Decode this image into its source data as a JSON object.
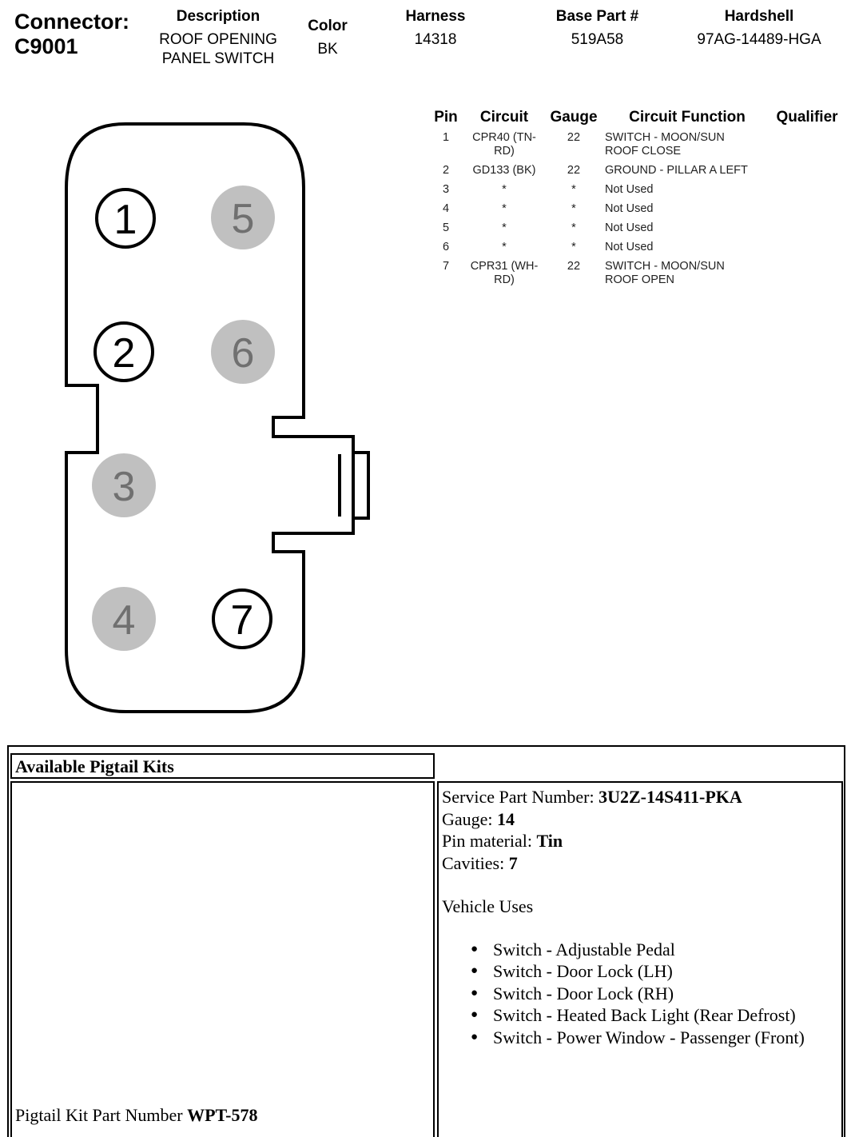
{
  "header": {
    "connector_label": "Connector:",
    "connector_id": "C9001",
    "columns": [
      {
        "label": "Description",
        "value_line1": "ROOF OPENING",
        "value_line2": "PANEL SWITCH"
      },
      {
        "label": "Color",
        "value_line1": "BK",
        "value_line2": ""
      },
      {
        "label": "Harness",
        "value_line1": "14318",
        "value_line2": ""
      },
      {
        "label": "Base Part #",
        "value_line1": "519A58",
        "value_line2": ""
      },
      {
        "label": "Hardshell",
        "value_line1": "97AG-14489-HGA",
        "value_line2": ""
      }
    ]
  },
  "connector": {
    "pins": [
      {
        "number": "1",
        "used": true
      },
      {
        "number": "2",
        "used": true
      },
      {
        "number": "3",
        "used": false
      },
      {
        "number": "4",
        "used": false
      },
      {
        "number": "5",
        "used": false
      },
      {
        "number": "6",
        "used": false
      },
      {
        "number": "7",
        "used": true
      }
    ],
    "used_fill": "#ffffff",
    "unused_fill": "#c0c0c0",
    "unused_text_color": "#707070"
  },
  "pin_table": {
    "headers": {
      "pin": "Pin",
      "circuit": "Circuit",
      "gauge": "Gauge",
      "function": "Circuit Function",
      "qualifier": "Qualifier"
    },
    "rows": [
      {
        "pin": "1",
        "circuit_l1": "CPR40 (TN-",
        "circuit_l2": "RD)",
        "gauge": "22",
        "func_l1": "SWITCH - MOON/SUN",
        "func_l2": "ROOF CLOSE"
      },
      {
        "pin": "2",
        "circuit_l1": "GD133 (BK)",
        "circuit_l2": "",
        "gauge": "22",
        "func_l1": "GROUND - PILLAR A LEFT",
        "func_l2": ""
      },
      {
        "pin": "3",
        "circuit_l1": "*",
        "circuit_l2": "",
        "gauge": "*",
        "func_l1": "Not Used",
        "func_l2": ""
      },
      {
        "pin": "4",
        "circuit_l1": "*",
        "circuit_l2": "",
        "gauge": "*",
        "func_l1": "Not Used",
        "func_l2": ""
      },
      {
        "pin": "5",
        "circuit_l1": "*",
        "circuit_l2": "",
        "gauge": "*",
        "func_l1": "Not Used",
        "func_l2": ""
      },
      {
        "pin": "6",
        "circuit_l1": "*",
        "circuit_l2": "",
        "gauge": "*",
        "func_l1": "Not Used",
        "func_l2": ""
      },
      {
        "pin": "7",
        "circuit_l1": "CPR31 (WH-",
        "circuit_l2": "RD)",
        "gauge": "22",
        "func_l1": "SWITCH - MOON/SUN",
        "func_l2": "ROOF OPEN"
      }
    ]
  },
  "pigtail": {
    "title": "Available Pigtail Kits",
    "kit_label": "Pigtail Kit Part Number ",
    "kit_number": "WPT-578",
    "service_part_label": "Service Part Number: ",
    "service_part_value": "3U2Z-14S411-PKA",
    "gauge_label": "Gauge: ",
    "gauge_value": "14",
    "pin_material_label": "Pin material: ",
    "pin_material_value": "Tin",
    "cavities_label": "Cavities: ",
    "cavities_value": "7",
    "vehicle_uses_label": "Vehicle Uses",
    "vehicle_uses": [
      "Switch - Adjustable Pedal",
      "Switch - Door Lock (LH)",
      "Switch - Door Lock (RH)",
      "Switch - Heated Back Light (Rear Defrost)",
      "Switch - Power Window - Passenger (Front)"
    ]
  }
}
